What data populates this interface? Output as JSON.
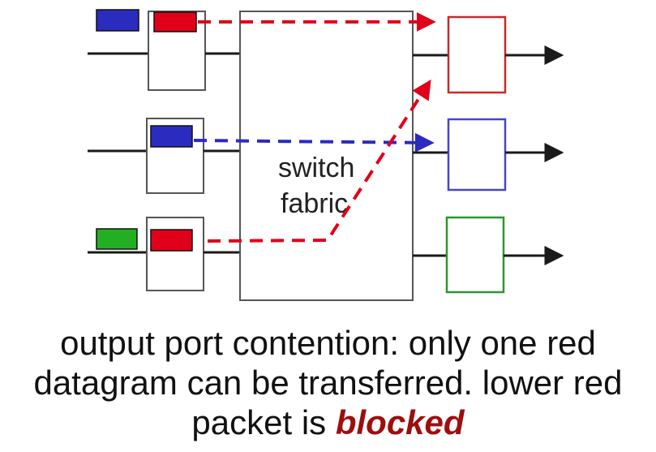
{
  "fabric": {
    "label_line1": "switch",
    "label_line2": "fabric"
  },
  "caption": {
    "line1": "output port contention: only one red",
    "line2": "datagram can be transferred. lower red",
    "line3_prefix": "packet is ",
    "line3_emphasis": "blocked"
  },
  "colors": {
    "line": "#1a1a1a",
    "box_border": "#555555",
    "red": "#e0001a",
    "blue": "#2b2bc0",
    "green": "#22b022",
    "out_red": "#c82828",
    "out_blue": "#4646c8",
    "out_green": "#2e962e",
    "emphasis": "#9e0e0e"
  }
}
